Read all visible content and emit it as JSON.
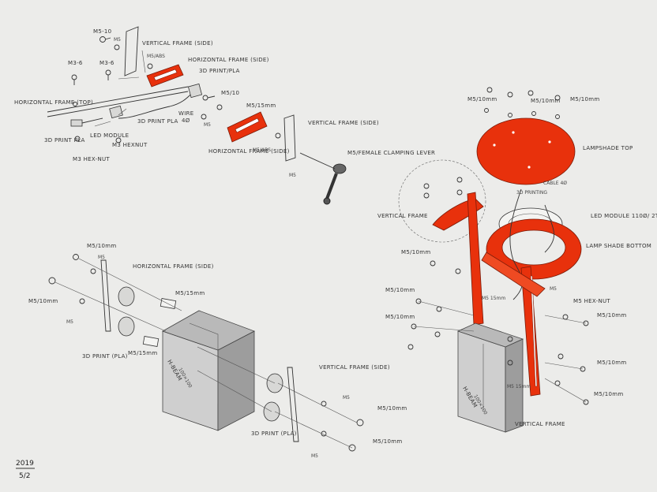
{
  "labels": {
    "m5_10_a": "M5-10",
    "m5_a": "M5",
    "m3_6_a": "M3-6",
    "m3_6_b": "M3-6",
    "vertical_frame_side_a": "VERTICAL FRAME (SIDE)",
    "m5_abs_a": "M5/ABS",
    "horizontal_frame_side_a": "HORIZONTAL FRAME (SIDE)",
    "print_pla_a": "3D PRINT/PLA",
    "horizontal_frame_top": "HORIZONTAL FRAME (TOP)",
    "m5_10_b": "M5/10",
    "m5_15_a": "M5/15mm",
    "wire": "WIRE",
    "wire_spec": "4Ø",
    "print_pla_b": "3D PRINT PLA",
    "m5_b": "M5",
    "vertical_frame_side_b": "VERTICAL FRAME (SIDE)",
    "print_pla_c": "3D PRINT PLA",
    "led_module_a": "LED MODULE",
    "m3_hexnut_a": "M3 HEXNUT",
    "m3_hexnut_b": "M3 HEX-NUT",
    "horizontal_frame_side_b": "HORIZONTAL FRAME (SIDE)",
    "m5_abs_b": "M5/ABS",
    "m5_c": "M5",
    "m5_female_lever": "M5/FEMALE CLAMPING LEVER",
    "m5_10mm_r1": "M5/10mm",
    "m5_10mm_r2": "M5/10mm",
    "m5_10mm_r3": "M5/10mm",
    "lampshade_top": "LAMPSHADE TOP",
    "cable": "CABLE 4Ø",
    "print_pla_d": "3D PRINTING",
    "led_module_b": "LED MODULE 110Ø/ 2T",
    "vertical_frame_a": "VERTICAL FRAME",
    "lampshade_bottom": "LAMP SHADE BOTTOM",
    "m5_10mm_l1": "M5/10mm",
    "m5_10mm_l2": "M5/10mm",
    "m5_10mm_l3": "M5/10mm",
    "m5_d": "M5",
    "m5_hex_nut": "M5 HEX-NUT",
    "m5_10mm_r4": "M5/10mm",
    "m5_10mm_r5": "M5/10mm",
    "m5_10mm_r6": "M5/10mm",
    "m5_15mm_b": "M5 15mm",
    "m5_15mm_c": "M5 15mm",
    "hbeam_a": "H-BEAM",
    "hbeam_a_size": "100×100",
    "vertical_frame_b": "VERTICAL FRAME",
    "bl_m5_10mm_a": "M5/10mm",
    "bl_m5_10mm_b": "M5/10mm",
    "bl_m5_a": "M5",
    "bl_m5_b": "M5",
    "bl_horizontal_frame_side": "HORIZONTAL FRAME (SIDE)",
    "bl_m5_15mm_a": "M5/15mm",
    "bl_m5_15mm_b": "M5/15mm",
    "bl_print_pla_a": "3D PRINT (PLA)",
    "hbeam_b": "H-BEAM",
    "hbeam_b_size": "100×100",
    "bl_vertical_frame_side": "VERTICAL FRAME (SIDE)",
    "bl_m5_c": "M5",
    "bl_m5_15mm_c": "M5/10mm",
    "bl_print_pla_b": "3D PRINT (PLA)",
    "bl_m5_d": "M5",
    "bl_m5_10mm_c": "M5/10mm"
  },
  "date": {
    "year": "2019",
    "day": "5/2"
  },
  "colors": {
    "accent_red": "#e8310c",
    "beam_gray": "#b9b9b9",
    "paper": "#ececea",
    "ink": "#333333"
  }
}
